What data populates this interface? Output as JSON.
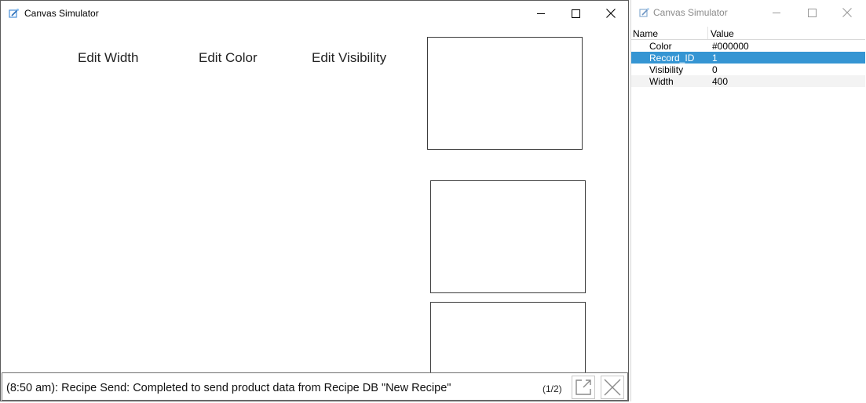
{
  "main_window": {
    "title": "Canvas Simulator",
    "edit_labels": {
      "width": "Edit Width",
      "color": "Edit Color",
      "visibility": "Edit Visibility"
    }
  },
  "status_bar": {
    "message": "(8:50 am): Recipe Send: Completed to send product data from Recipe DB \"New Recipe\"",
    "page": "(1/2)"
  },
  "property_window": {
    "title": "Canvas Simulator",
    "columns": {
      "name": "Name",
      "value": "Value"
    },
    "rows": [
      {
        "name": "Color",
        "value": "#000000"
      },
      {
        "name": "Record_ID",
        "value": "1"
      },
      {
        "name": "Visibility",
        "value": "0"
      },
      {
        "name": "Width",
        "value": "400"
      }
    ],
    "selected_row": "Record_ID"
  },
  "colors": {
    "selection": "#3595d3",
    "rect_border": "#3c3c3c",
    "icon_blue": "#4a90d9"
  },
  "icons": {
    "app": "canvas-simulator-icon",
    "minimize": "minimize-icon",
    "maximize": "maximize-icon",
    "close": "close-icon",
    "popout": "popout-icon",
    "dismiss": "dismiss-icon"
  }
}
